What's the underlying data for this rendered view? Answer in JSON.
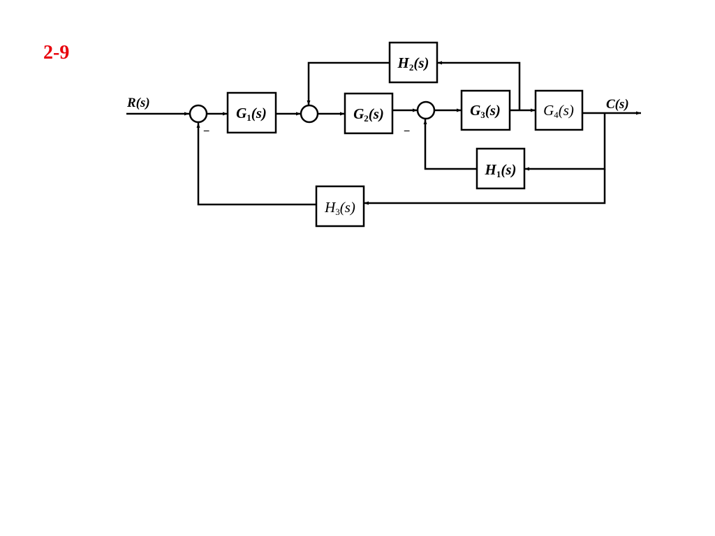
{
  "problem_number": "2-9",
  "colors": {
    "problem_number": "#e8000b",
    "ink": "#000000"
  },
  "signals": {
    "input": "R(s)",
    "output": "C(s)"
  },
  "blocks": {
    "g1": {
      "sym": "G",
      "sub": "1",
      "arg": "(s)"
    },
    "g2": {
      "sym": "G",
      "sub": "2",
      "arg": "(s)"
    },
    "g3": {
      "sym": "G",
      "sub": "3",
      "arg": "(s)"
    },
    "g4": {
      "sym": "G",
      "sub": "4",
      "arg": "(s)"
    },
    "h1": {
      "sym": "H",
      "sub": "1",
      "arg": "(s)"
    },
    "h2": {
      "sym": "H",
      "sub": "2",
      "arg": "(s)"
    },
    "h3": {
      "sym": "H",
      "sub": "3",
      "arg": "(s)"
    }
  },
  "signs": {
    "sum1_minus": "−",
    "sum3_minus": "−"
  }
}
